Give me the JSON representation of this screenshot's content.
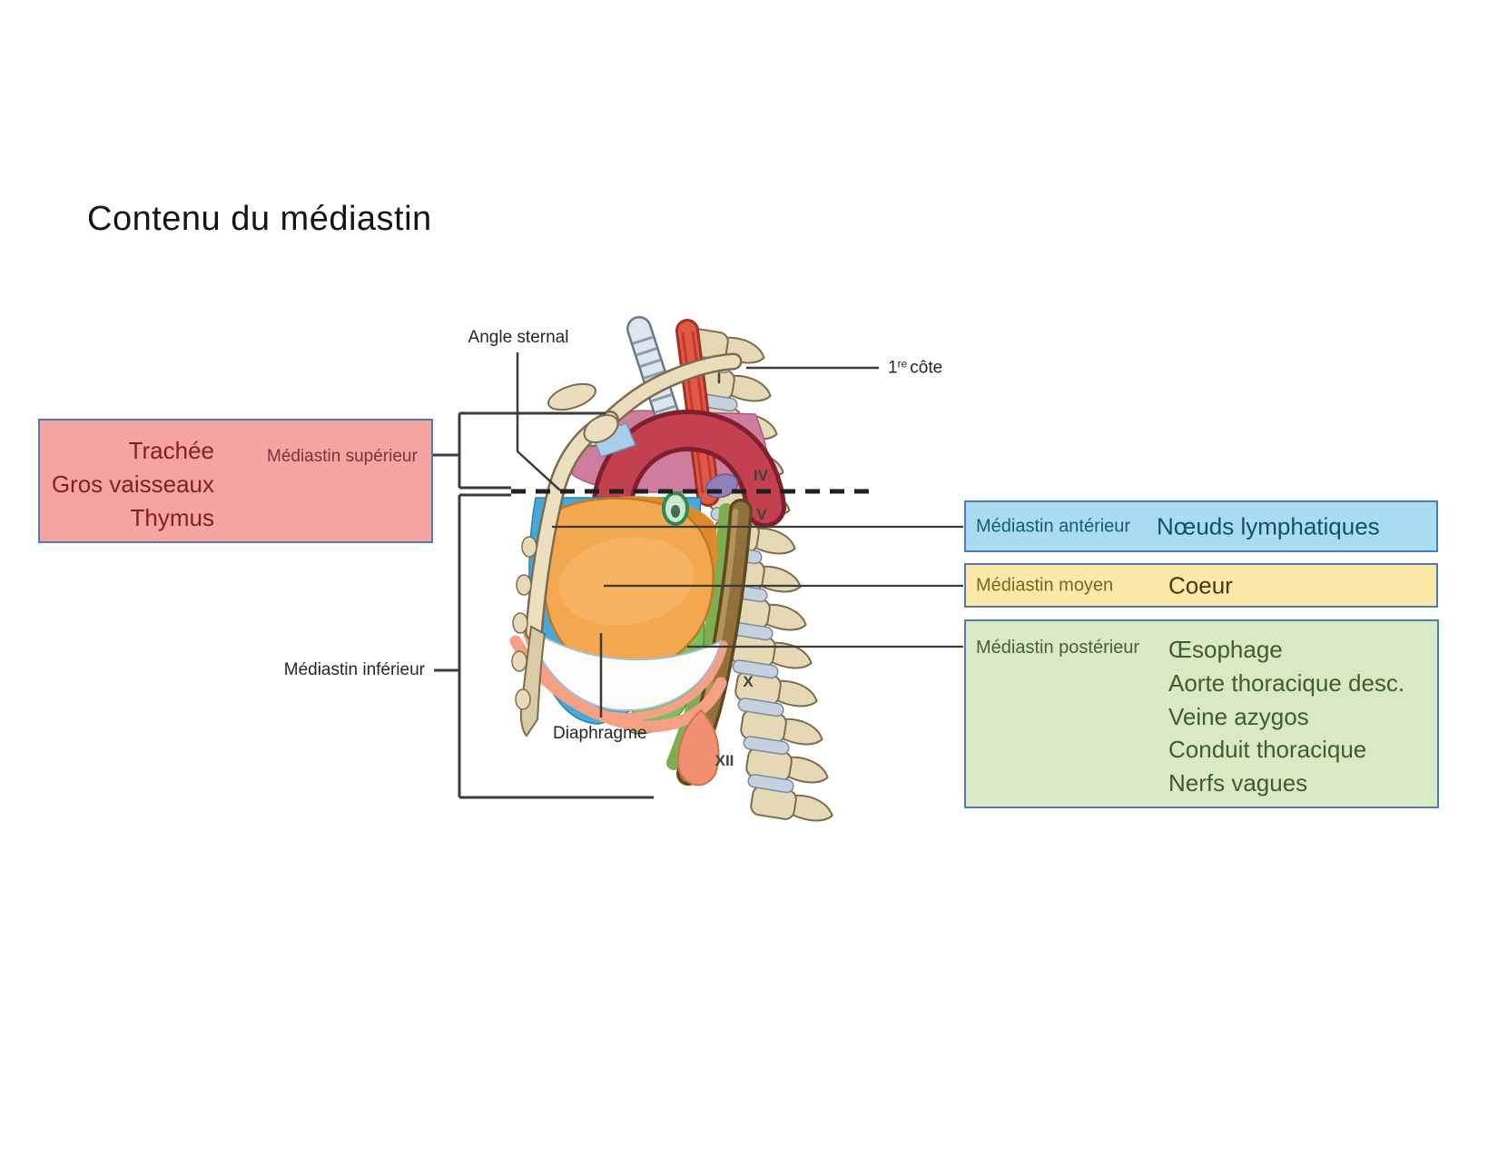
{
  "title": "Contenu du médiastin",
  "figure_labels": {
    "angle_sternal": "Angle sternal",
    "first_rib": {
      "num": "1",
      "sup": "re",
      "rest": "côte"
    },
    "mediastin_superieur": "Médiastin supérieur",
    "mediastin_inferieur": "Médiastin inférieur",
    "diaphragme": "Diaphragme"
  },
  "vertebra_numerals": [
    "I",
    "IV",
    "V",
    "X",
    "XII"
  ],
  "region_boxes": {
    "superieur": {
      "items": [
        "Trachée",
        "Gros vaisseaux",
        "Thymus"
      ],
      "fill": "#f5a3a3",
      "text_color": "#7b2424"
    },
    "anterieur": {
      "label": "Médiastin antérieur",
      "content": "Nœuds lymphatiques",
      "fill": "#aadcf1",
      "text_color": "#155a78"
    },
    "moyen": {
      "label": "Médiastin moyen",
      "content": "Coeur",
      "fill": "#fce8a9",
      "text_color": "#7c641d"
    },
    "posterieur": {
      "label": "Médiastin postérieur",
      "items": [
        "Œsophage",
        "Aorte thoracique desc.",
        "Veine azygos",
        "Conduit thoracique",
        "Nerfs vagues"
      ],
      "fill": "#d9e9c4",
      "text_color": "#3f5d2b"
    }
  },
  "colors": {
    "box_border": "#4f7ab2",
    "annotation_line": "#3b3b3b",
    "bone": "#e9ddbb",
    "heart_orange": "#f3a84f",
    "anterior_blue": "#47a8d9",
    "posterior_green": "#7cbf5e",
    "superior_pink": "#ce7d9e",
    "aorta_red": "#c2404f"
  }
}
